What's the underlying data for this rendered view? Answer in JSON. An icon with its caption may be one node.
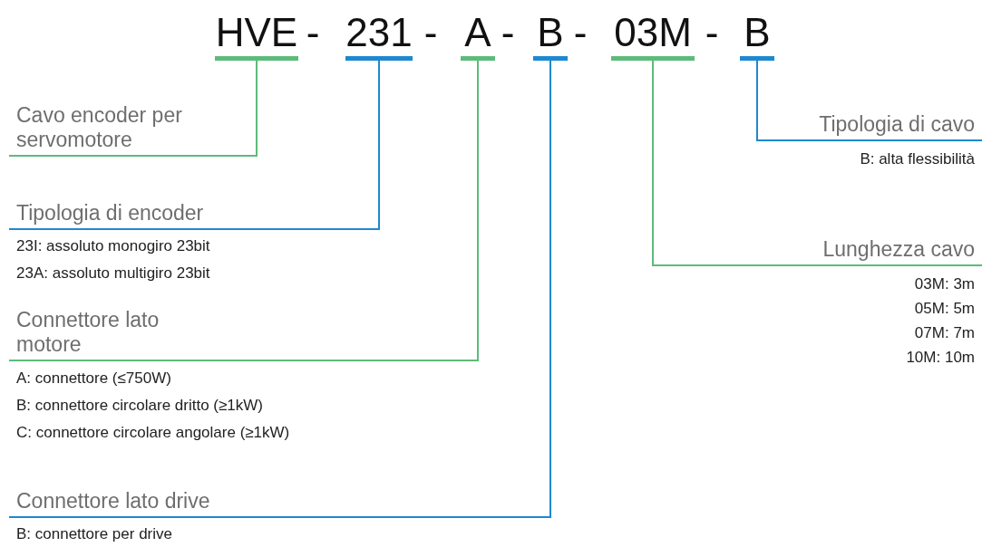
{
  "diagram": {
    "nodes": [
      {
        "text": [
          "HVE"
        ]
      },
      {
        "text": [
          "231"
        ]
      },
      {
        "text": [
          "A"
        ]
      },
      {
        "text": [
          "B"
        ]
      },
      {
        "text": [
          "03M"
        ]
      },
      {
        "text": [
          "B"
        ]
      },
      {
        "text": [
          "Cavo encoder per servomotore"
        ]
      },
      {
        "text": [
          "Tipologia di encoder"
        ],
        "beside": [
          "23I: assoluto monogiro 23bit",
          "23A: assoluto multigiro 23bit"
        ]
      },
      {
        "text": [
          "Connettore lato motore"
        ],
        "beside": [
          "A: connettore (≤750W)",
          "B: connettore circolare dritto (≥1kW)",
          "C: connettore circolare angolare (≥1kW)"
        ]
      },
      {
        "text": [
          "Connettore lato drive"
        ],
        "beside": [
          "B: connettore per drive"
        ]
      },
      {
        "text": [
          "Tipologia di cavo"
        ],
        "beside": [
          "B: alta flessibilità"
        ]
      },
      {
        "text": [
          "Lunghezza cavo"
        ],
        "beside": [
          "03M: 3m",
          "05M: 5m",
          "07M: 7m",
          "10M: 10m"
        ]
      }
    ],
    "edges": [
      {
        "from": 0,
        "to": 6,
        "arrow": "none",
        "color": "#5dbb7a"
      },
      {
        "from": 1,
        "to": 7,
        "arrow": "none",
        "color": "#1e88d0"
      },
      {
        "from": 2,
        "to": 8,
        "arrow": "none",
        "color": "#5dbb7a"
      },
      {
        "from": 3,
        "to": 9,
        "arrow": "none",
        "color": "#1e88d0"
      },
      {
        "from": 4,
        "to": 11,
        "arrow": "none",
        "color": "#5dbb7a"
      },
      {
        "from": 5,
        "to": 10,
        "arrow": "none",
        "color": "#1e88d0"
      }
    ],
    "labels": [
      "-",
      "-",
      "-",
      "-",
      "-"
    ]
  }
}
